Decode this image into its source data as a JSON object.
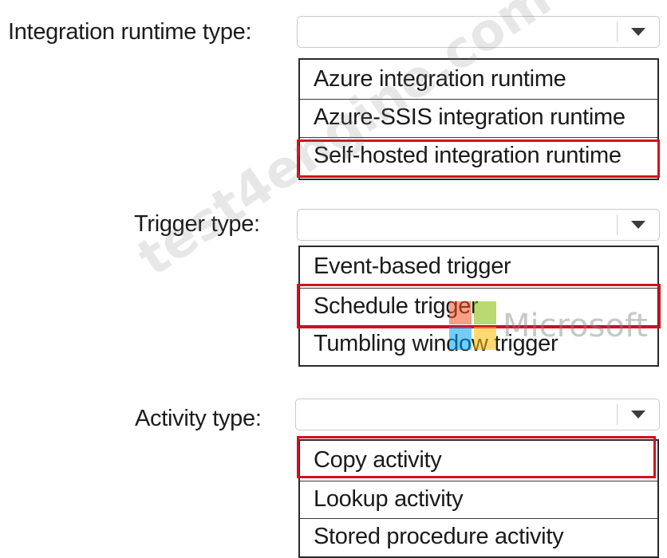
{
  "questions": [
    {
      "label": "Integration runtime type:",
      "selected_value": "",
      "options": [
        "Azure integration runtime",
        "Azure-SSIS integration runtime",
        "Self-hosted integration runtime"
      ],
      "highlighted_option": "Self-hosted integration runtime"
    },
    {
      "label": "Trigger type:",
      "selected_value": "",
      "options": [
        "Event-based trigger",
        "Schedule trigger",
        "Tumbling window trigger"
      ],
      "highlighted_option": "Schedule trigger"
    },
    {
      "label": "Activity type:",
      "selected_value": "",
      "options": [
        "Copy activity",
        "Lookup activity",
        "Stored procedure activity"
      ],
      "highlighted_option": "Copy activity"
    }
  ],
  "watermark": {
    "text": "test4engine.com",
    "logo_text": "Microsoft",
    "logo_colors": [
      "#f25022",
      "#7fba00",
      "#00a4ef",
      "#ffb900"
    ]
  },
  "colors": {
    "highlight": "#d3101d",
    "option_border": "#2a2a2a",
    "select_border": "#c9c9c9"
  },
  "icons": {
    "dropdown": "chevron-down-icon",
    "logo": "microsoft-logo-icon"
  }
}
